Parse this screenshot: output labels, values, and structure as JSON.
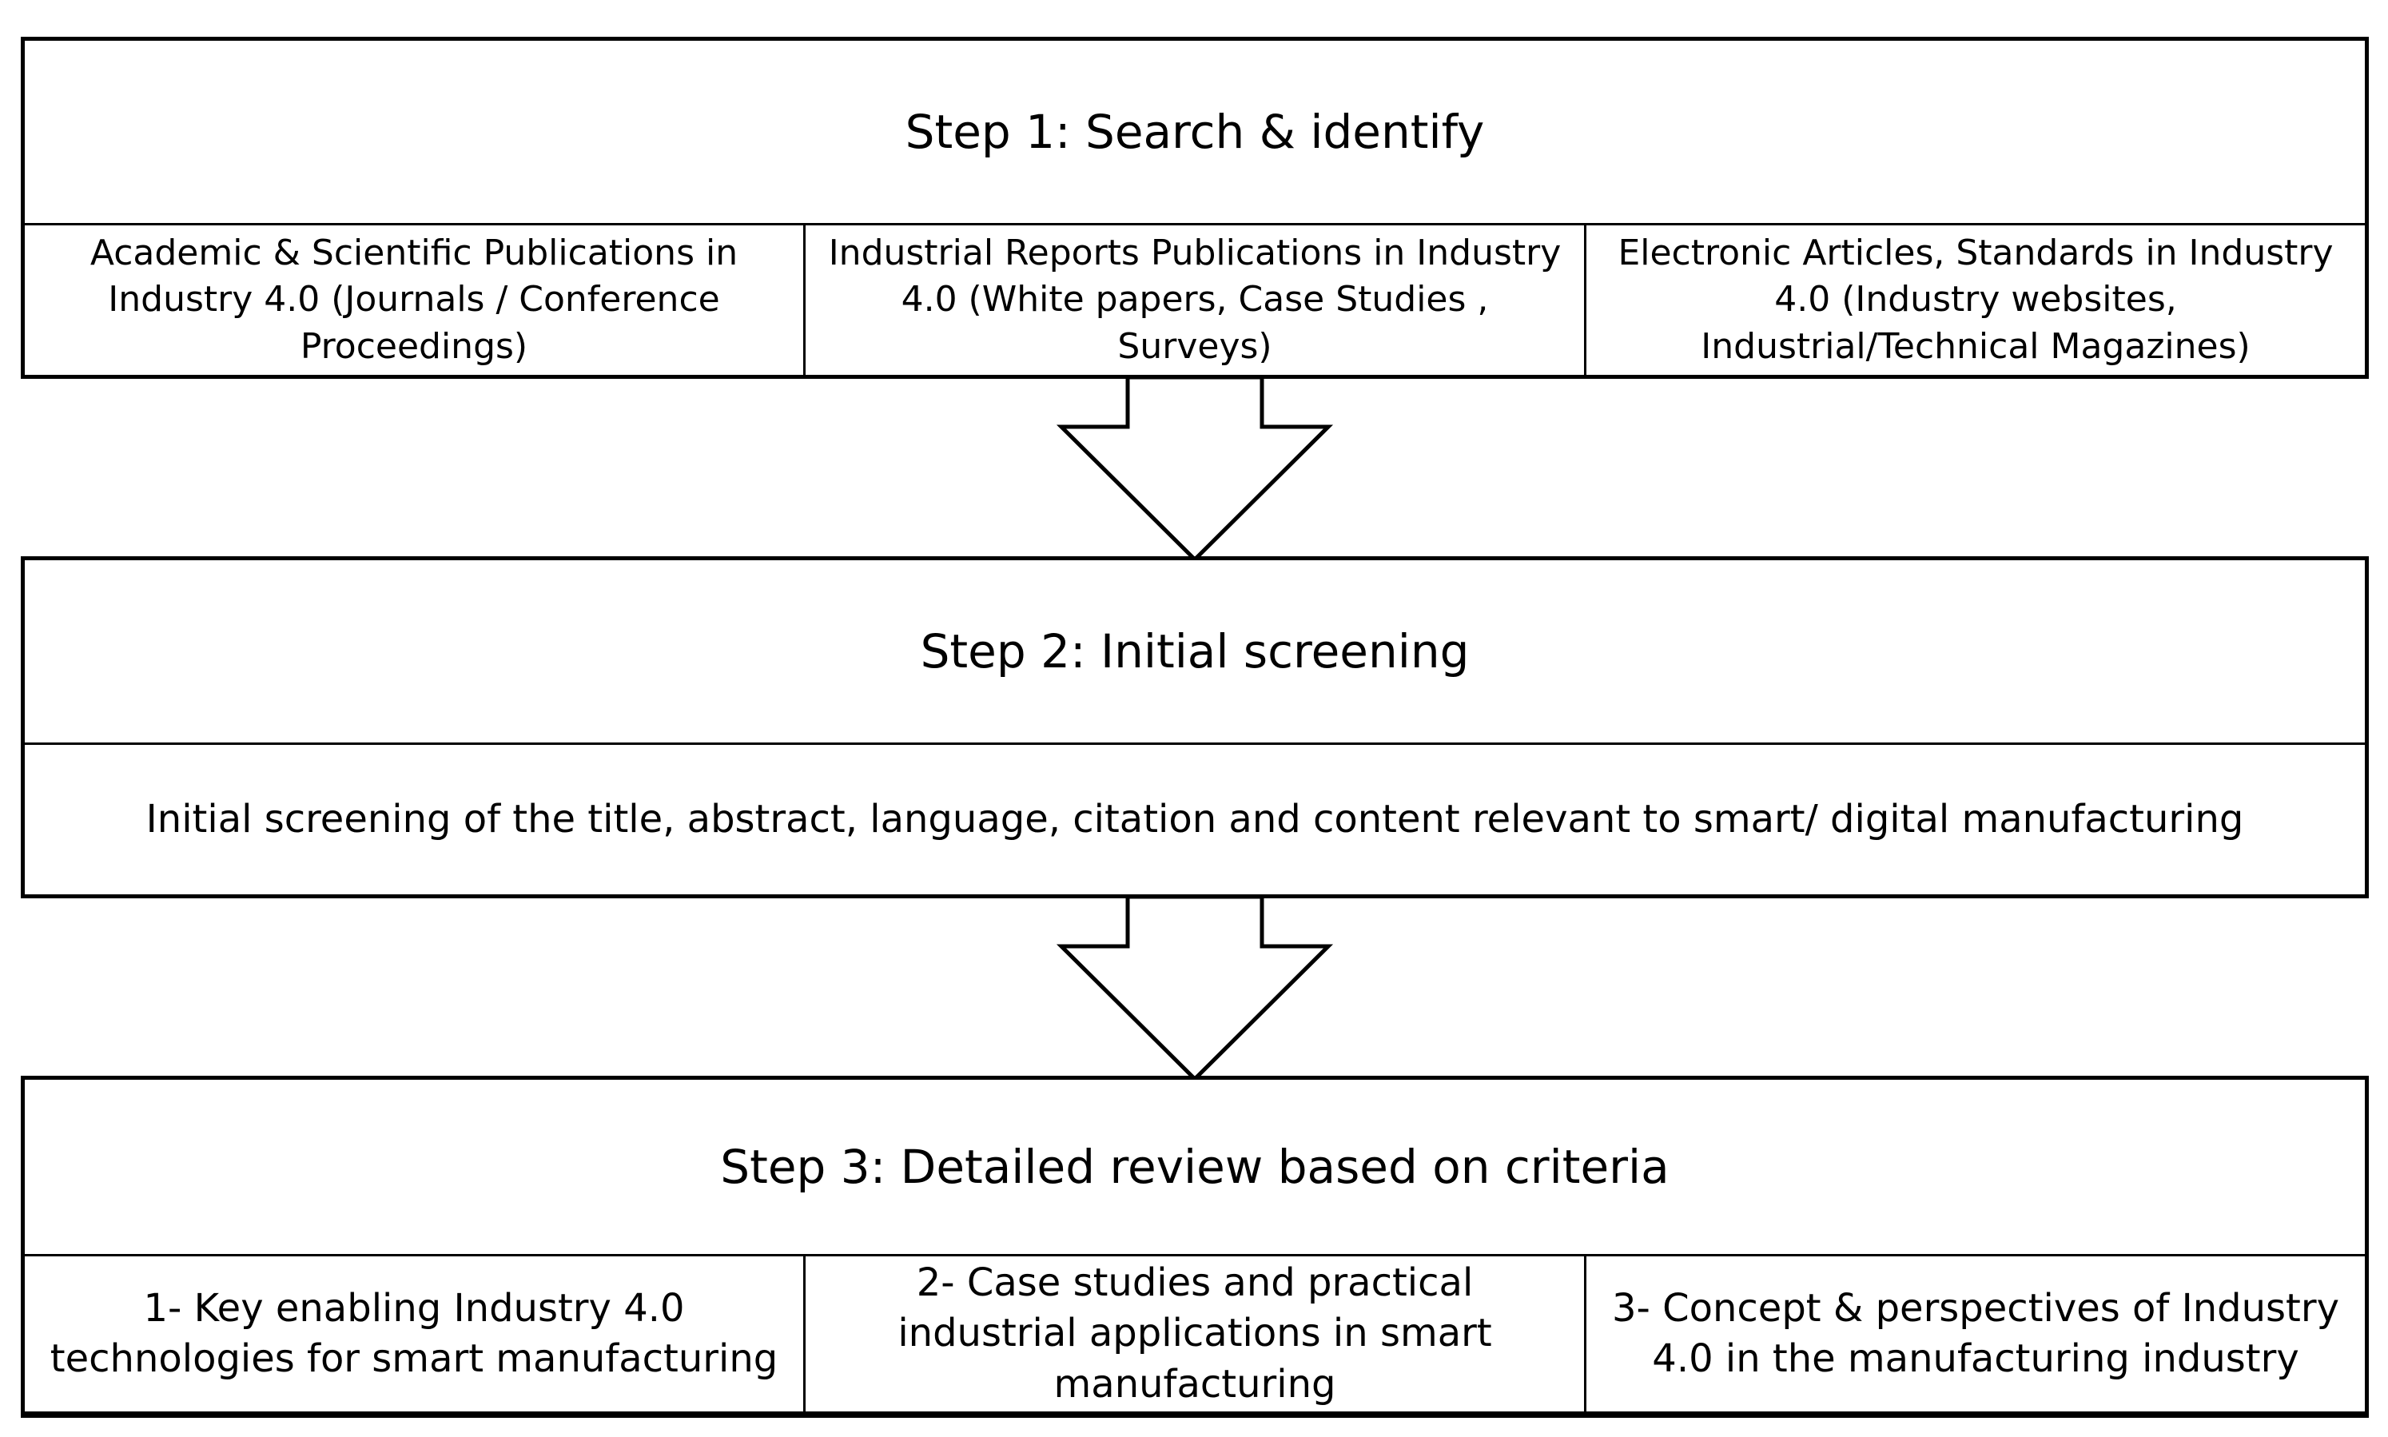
{
  "steps": [
    {
      "title": "Step 1: Search & identify",
      "items": [
        "Academic & Scientific Publications in Industry 4.0 (Journals / Conference Proceedings)",
        "Industrial Reports Publications in Industry 4.0 (White papers, Case Studies , Surveys)",
        "Electronic Articles, Standards in Industry 4.0 (Industry websites, Industrial/Technical Magazines)"
      ]
    },
    {
      "title": "Step 2: Initial screening",
      "items": [
        "Initial screening of the title, abstract, language, citation  and content relevant to smart/ digital manufacturing"
      ]
    },
    {
      "title": "Step 3: Detailed review based on criteria",
      "items": [
        "1- Key enabling Industry 4.0 technologies for smart manufacturing",
        "2-  Case studies and practical industrial applications in smart manufacturing",
        "3- Concept & perspectives of Industry 4.0 in the manufacturing industry"
      ]
    }
  ]
}
